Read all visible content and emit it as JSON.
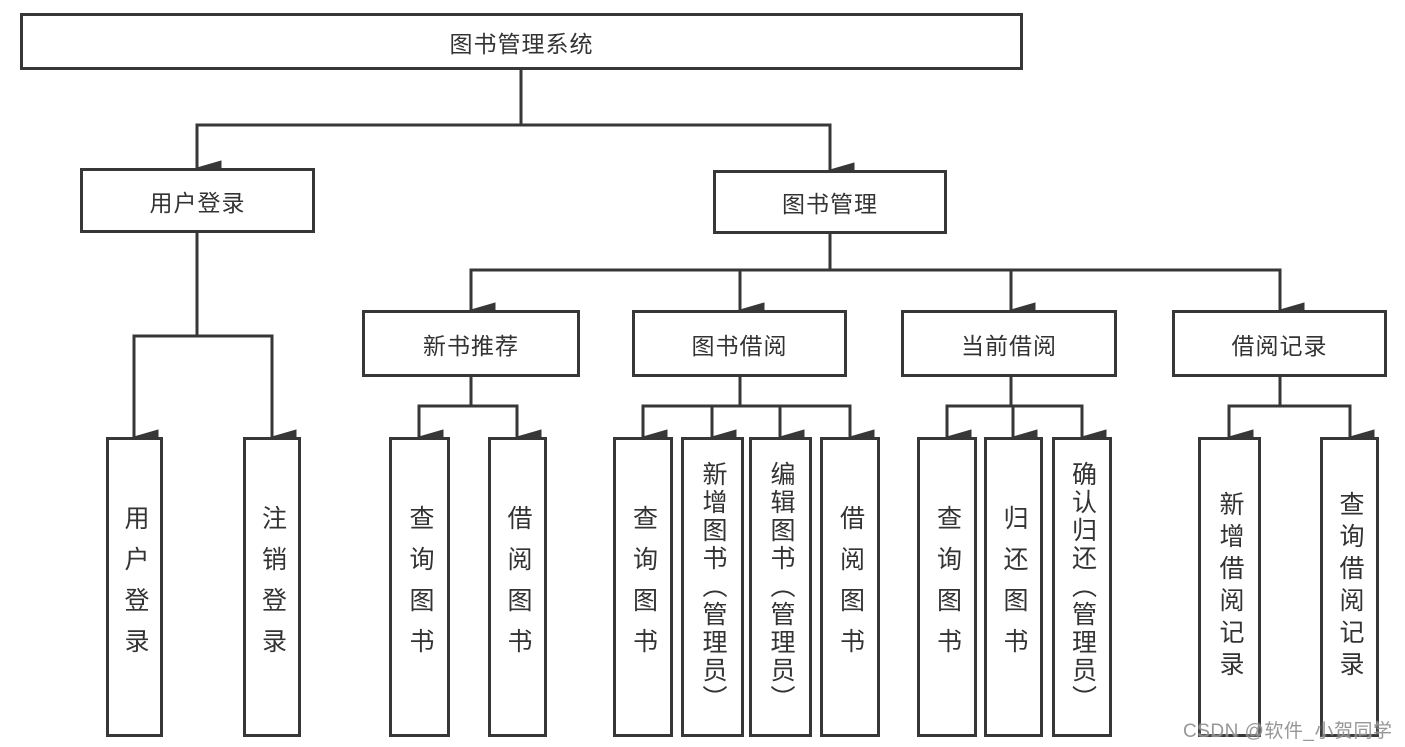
{
  "diagram": {
    "root": {
      "label": "图书管理系统"
    },
    "level2": [
      {
        "id": "user-login",
        "label": "用户登录"
      },
      {
        "id": "book-management",
        "label": "图书管理"
      }
    ],
    "level3": [
      {
        "id": "new-book-recommendation",
        "label": "新书推荐",
        "parent": "book-management"
      },
      {
        "id": "book-borrowing",
        "label": "图书借阅",
        "parent": "book-management"
      },
      {
        "id": "current-borrowing",
        "label": "当前借阅",
        "parent": "book-management"
      },
      {
        "id": "borrowing-records",
        "label": "借阅记录",
        "parent": "book-management"
      }
    ],
    "leaves": [
      {
        "label": "用户登录",
        "parent": "user-login"
      },
      {
        "label": "注销登录",
        "parent": "user-login"
      },
      {
        "label": "查询图书",
        "parent": "new-book-recommendation"
      },
      {
        "label": "借阅图书",
        "parent": "new-book-recommendation"
      },
      {
        "label": "查询图书",
        "parent": "book-borrowing"
      },
      {
        "label": "新增图书（管理员）",
        "parent": "book-borrowing"
      },
      {
        "label": "编辑图书（管理员）",
        "parent": "book-borrowing"
      },
      {
        "label": "借阅图书",
        "parent": "book-borrowing"
      },
      {
        "label": "查询图书",
        "parent": "current-borrowing"
      },
      {
        "label": "归还图书",
        "parent": "current-borrowing"
      },
      {
        "label": "确认归还（管理员）",
        "parent": "current-borrowing"
      },
      {
        "label": "新增借阅记录",
        "parent": "borrowing-records"
      },
      {
        "label": "查询借阅记录",
        "parent": "borrowing-records"
      }
    ]
  },
  "watermark": {
    "text": "CSDN @软件_小贺同学"
  },
  "colors": {
    "line": "#373737",
    "text": "#333333",
    "node_background": "#ffffff",
    "watermark": "#8c8c8c",
    "background": "#ffffff"
  }
}
